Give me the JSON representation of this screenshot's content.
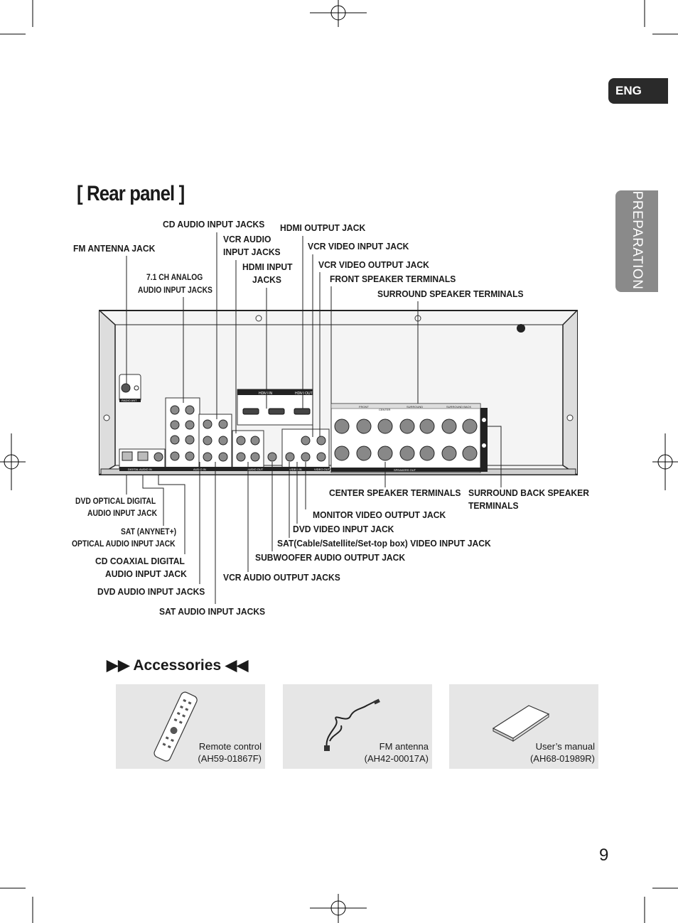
{
  "tab_eng": "ENG",
  "side_tab": "PREPARATION",
  "title": "[ Rear panel ]",
  "labels_top": {
    "cd_audio_input": "CD AUDIO INPUT JACKS",
    "vcr_audio_input_1": "VCR AUDIO",
    "vcr_audio_input_2": "INPUT JACKS",
    "hdmi_output": "HDMI OUTPUT JACK",
    "fm_antenna": "FM ANTENNA JACK",
    "vcr_video_input": "VCR VIDEO INPUT JACK",
    "hdmi_input_1": "HDMI INPUT",
    "hdmi_input_2": "JACKS",
    "vcr_video_output": "VCR VIDEO OUTPUT JACK",
    "analog_1": "7.1 CH ANALOG",
    "analog_2": "AUDIO INPUT JACKS",
    "front_speaker": "FRONT SPEAKER TERMINALS",
    "surround_speaker": "SURROUND SPEAKER TERMINALS"
  },
  "labels_bottom": {
    "center_speaker": "CENTER SPEAKER TERMINALS",
    "surround_back_1": "SURROUND BACK SPEAKER",
    "surround_back_2": "TERMINALS",
    "dvd_optical_1": "DVD OPTICAL DIGITAL",
    "dvd_optical_2": "AUDIO INPUT JACK",
    "monitor_video_output": "MONITOR VIDEO OUTPUT JACK",
    "dvd_video_input": "DVD VIDEO INPUT JACK",
    "sat_optical_1": "SAT (ANYNET+)",
    "sat_optical_2": "OPTICAL AUDIO INPUT JACK",
    "sat_video_input": "SAT(Cable/Satellite/Set-top box) VIDEO INPUT JACK",
    "subwoofer_output": "SUBWOOFER AUDIO OUTPUT JACK",
    "cd_coaxial_1": "CD COAXIAL DIGITAL",
    "cd_coaxial_2": "AUDIO INPUT JACK",
    "vcr_audio_output": "VCR AUDIO OUTPUT JACKS",
    "dvd_audio_input": "DVD AUDIO INPUT JACKS",
    "sat_audio_input": "SAT AUDIO INPUT JACKS"
  },
  "panel_text": {
    "hdmi_in": "HDMI IN",
    "hdmi_out": "HDMI OUT",
    "front": "FRONT",
    "center": "CENTER",
    "surround": "SURROUND",
    "surround_back": "SURROUND BACK",
    "speakers_out": "SPEAKERS OUT",
    "radio_ant": "RADIO ANT",
    "digital_audio_in": "DIGITAL AUDIO IN",
    "audio_in": "AUDIO IN",
    "audio_out": "AUDIO OUT",
    "video_in": "VIDEO IN",
    "video_out": "VIDEO OUT"
  },
  "accessories": {
    "title": "Accessories",
    "items": [
      {
        "name": "Remote control",
        "code": "(AH59-01867F)",
        "icon": "remote-control-icon"
      },
      {
        "name": "FM antenna",
        "code": "(AH42-00017A)",
        "icon": "fm-antenna-icon"
      },
      {
        "name": "User’s manual",
        "code": "(AH68-01989R)",
        "icon": "manual-icon"
      }
    ]
  },
  "page_number": "9"
}
